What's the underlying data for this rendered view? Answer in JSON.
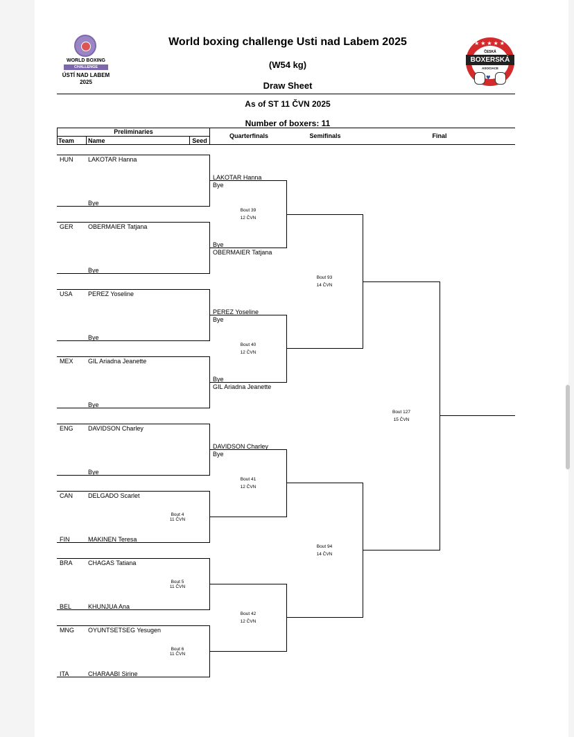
{
  "header": {
    "title": "World boxing challenge Usti nad Labem 2025",
    "category": "(W54 kg)",
    "sheet": "Draw Sheet",
    "as_of": "As of ST 11 ČVN 2025",
    "num_boxers": "Number of boxers: 11"
  },
  "logo_left": {
    "line1": "WORLD BOXING",
    "line2": "CHALLENGE",
    "line3": "ÚSTÍ NAD LABEM",
    "line4": "2025"
  },
  "logo_right": {
    "stars": "★★★★★",
    "line1": "ČESKÁ",
    "banner": "BOXERSKÁ",
    "line2": "ASOCIACE"
  },
  "columns": {
    "preliminaries": "Preliminaries",
    "team": "Team",
    "name": "Name",
    "seed": "Seed",
    "quarterfinals": "Quarterfinals",
    "semifinals": "Semifinals",
    "final": "Final"
  },
  "preliminaries": [
    {
      "team": "HUN",
      "top": "LAKOTAR Hanna",
      "bottom": "Bye"
    },
    {
      "team": "GER",
      "top": "OBERMAIER Tatjana",
      "bottom": "Bye"
    },
    {
      "team": "USA",
      "top": "PEREZ Yoseline",
      "bottom": "Bye"
    },
    {
      "team": "MEX",
      "top": "GIL Ariadna Jeanette",
      "bottom": "Bye"
    },
    {
      "team": "ENG",
      "top": "DAVIDSON Charley",
      "bottom": "Bye"
    },
    {
      "team": "CAN",
      "top": "DELGADO Scarlet",
      "team2": "FIN",
      "bottom": "MAKINEN Teresa",
      "bout": "Bout 4",
      "date": "11 ČVN"
    },
    {
      "team": "BRA",
      "top": "CHAGAS Tatiana",
      "team2": "BEL",
      "bottom": "KHUNJUA Ana",
      "bout": "Bout 5",
      "date": "11 ČVN"
    },
    {
      "team": "MNG",
      "top": "OYUNTSETSEG Yesugen",
      "team2": "ITA",
      "bottom": "CHARAABI Sirine",
      "bout": "Bout 6",
      "date": "11 ČVN"
    }
  ],
  "quarterfinals": [
    {
      "a": "LAKOTAR Hanna",
      "a_note": "Bye",
      "b_note": "Bye",
      "b": "OBERMAIER Tatjana",
      "bout": "Bout 39",
      "date": "12 ČVN"
    },
    {
      "a": "PEREZ Yoseline",
      "a_note": "Bye",
      "b_note": "Bye",
      "b": "GIL Ariadna Jeanette",
      "bout": "Bout 40",
      "date": "12 ČVN"
    },
    {
      "a": "DAVIDSON Charley",
      "a_note": "Bye",
      "bout": "Bout 41",
      "date": "12 ČVN"
    },
    {
      "bout": "Bout 42",
      "date": "12 ČVN"
    }
  ],
  "semifinals": [
    {
      "bout": "Bout 93",
      "date": "14 ČVN"
    },
    {
      "bout": "Bout 94",
      "date": "14 ČVN"
    }
  ],
  "final": {
    "bout": "Bout 127",
    "date": "15 ČVN"
  }
}
